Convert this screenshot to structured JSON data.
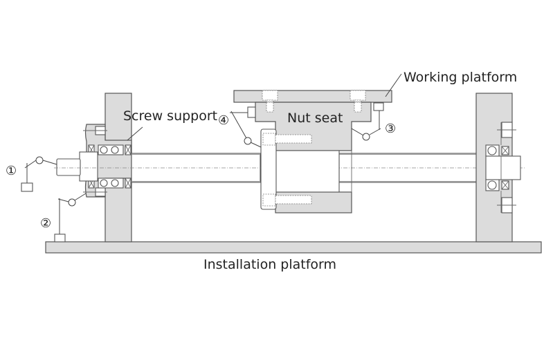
{
  "labels": {
    "working_platform": "Working platform",
    "screw_support": "Screw support",
    "nut_seat": "Nut seat",
    "installation_platform": "Installation platform"
  },
  "measurement_points": [
    {
      "id": "1",
      "label": "①"
    },
    {
      "id": "2",
      "label": "②"
    },
    {
      "id": "3",
      "label": "③"
    },
    {
      "id": "4",
      "label": "④"
    }
  ],
  "colors": {
    "part_fill": "#dcdcdc",
    "outline": "#555555",
    "text": "#222222"
  }
}
